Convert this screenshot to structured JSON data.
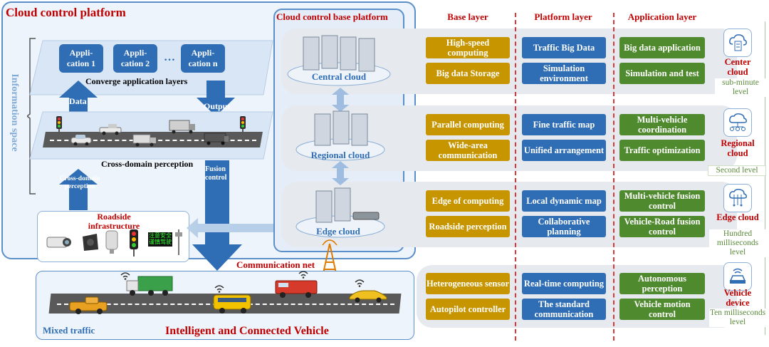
{
  "left": {
    "title": "Cloud control platform",
    "info_space": "Information space",
    "apps": [
      "Appli-cation 1",
      "Appli-cation 2",
      "…",
      "Appli-cation n"
    ],
    "converge": "Converge application layers",
    "data_label": "Data",
    "output_label": "Output",
    "cross_domain": "Cross-domain perception",
    "cross_domain_small": "Cross-domain perception",
    "fusion_control": "Fusion control",
    "roadside": "Roadside infrastructure",
    "vms_text": "注意安全 谨慎驾驶",
    "comm_net": "Communication net",
    "mixed_traffic": "Mixed traffic",
    "icv": "Intelligent and Connected Vehicle"
  },
  "middle": {
    "title": "Cloud control base platform",
    "central": "Central cloud",
    "regional": "Regional cloud",
    "edge": "Edge cloud"
  },
  "headers": {
    "base": "Base layer",
    "platform": "Platform layer",
    "application": "Application layer"
  },
  "rows": [
    {
      "base": [
        "High-speed computing",
        "Big data Storage"
      ],
      "platform": [
        "Traffic Big Data",
        "Simulation environment"
      ],
      "application": [
        "Big data application",
        "Simulation and test"
      ],
      "level": "Center cloud",
      "icon": "cloud-server-icon",
      "latency": "sub-minute level"
    },
    {
      "base": [
        "Parallel computing",
        "Wide-area communication"
      ],
      "platform": [
        "Fine traffic map",
        "Unified arrangement"
      ],
      "application": [
        "Multi-vehicle coordination",
        "Traffic optimization"
      ],
      "level": "Regional cloud",
      "icon": "cloud-network-icon",
      "latency": "Second level"
    },
    {
      "base": [
        "Edge of computing",
        "Roadside perception"
      ],
      "platform": [
        "Local dynamic map",
        "Collaborative planning"
      ],
      "application": [
        "Multi-vehicle fusion control",
        "Vehicle-Road fusion control"
      ],
      "level": "Edge cloud",
      "icon": "edge-cloud-icon",
      "latency": "Hundred milliseconds level"
    },
    {
      "base": [
        "Heterogeneous sensor",
        "Autopilot controller"
      ],
      "platform": [
        "Real-time computing",
        "The standard communication"
      ],
      "application": [
        "Autonomous perception",
        "Vehicle motion control"
      ],
      "level": "Vehicle device",
      "icon": "connected-car-icon",
      "latency": "Ten milliseconds level"
    }
  ],
  "colors": {
    "base": "#c79500",
    "platform": "#2f6db5",
    "application": "#4f8a2f",
    "accent_red": "#c00000",
    "border_blue": "#5b8fc9"
  }
}
